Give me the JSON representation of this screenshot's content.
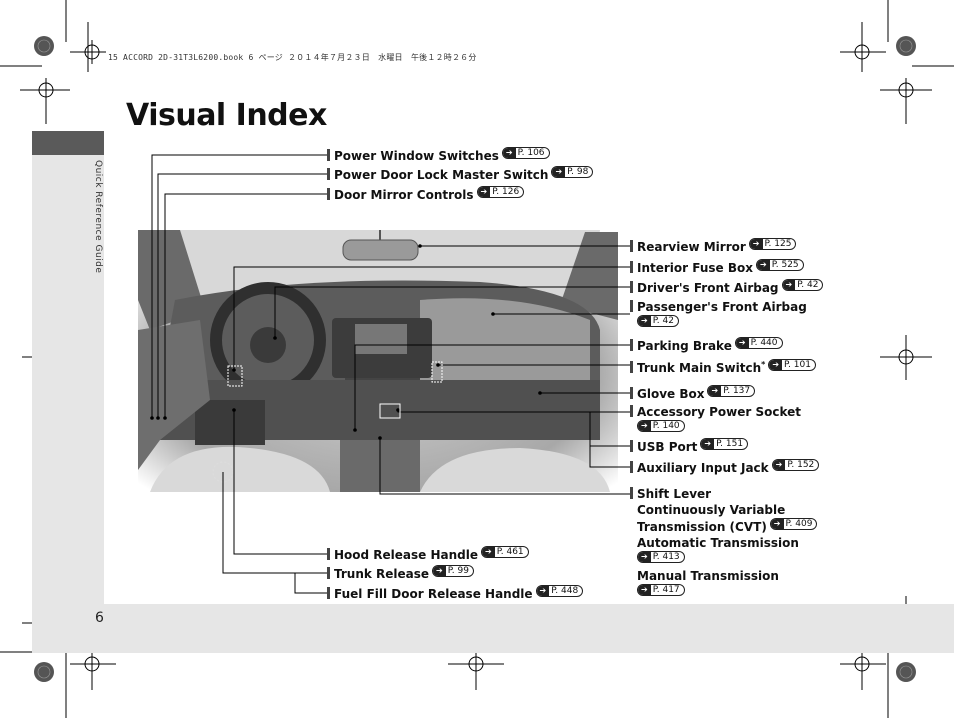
{
  "print_header": "15 ACCORD 2D-31T3L6200.book  6 ページ  ２０１４年７月２３日　水曜日　午後１２時２６分",
  "section_label": "Quick Reference Guide",
  "page_number": "6",
  "title": "Visual Index",
  "ref_prefix": "P.",
  "left_callouts": [
    {
      "label": "Power Window Switches",
      "page": "106"
    },
    {
      "label": "Power Door Lock Master Switch",
      "page": "98"
    },
    {
      "label": "Door Mirror Controls",
      "page": "126"
    },
    {
      "label": "Hood Release Handle",
      "page": "461"
    },
    {
      "label": "Trunk Release",
      "page": "99"
    },
    {
      "label": "Fuel Fill Door Release Handle",
      "page": "448"
    }
  ],
  "right_callouts": [
    {
      "label": "Rearview Mirror",
      "page": "125"
    },
    {
      "label": "Interior Fuse Box",
      "page": "525"
    },
    {
      "label": "Driver's Front Airbag",
      "page": "42"
    },
    {
      "label": "Passenger's Front Airbag",
      "page": "42"
    },
    {
      "label": "Parking Brake",
      "page": "440"
    },
    {
      "label": "Trunk Main Switch",
      "mark": "*",
      "page": "101"
    },
    {
      "label": "Glove Box",
      "page": "137"
    },
    {
      "label": "Accessory Power Socket",
      "page": "140"
    },
    {
      "label": "USB Port",
      "page": "151"
    },
    {
      "label": "Auxiliary Input Jack",
      "page": "152"
    }
  ],
  "shift_lever": {
    "label": "Shift Lever",
    "cvt_line1": "Continuously Variable",
    "cvt_line2": "Transmission (CVT)",
    "cvt_page": "409",
    "auto_label": "Automatic Transmission",
    "auto_page": "413",
    "manual_label": "Manual Transmission",
    "manual_page": "417"
  },
  "colors": {
    "accent_dark": "#5a5a5a",
    "band": "#e6e6e6",
    "photo_dark": "#3a3a3a"
  }
}
